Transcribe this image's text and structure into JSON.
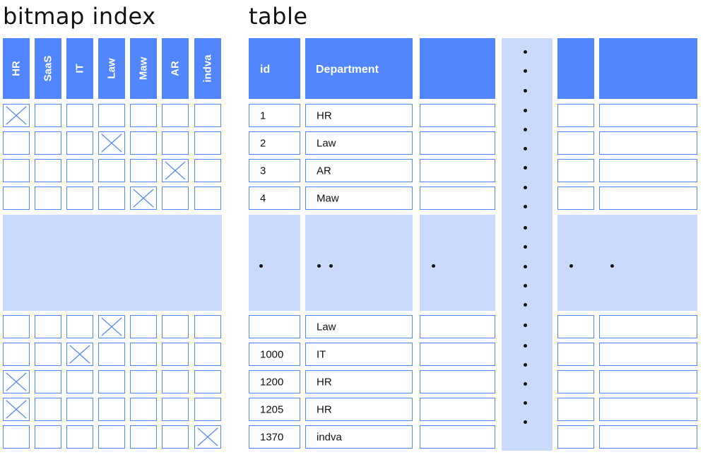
{
  "titles": {
    "bitmap": "bitmap index",
    "table": "table"
  },
  "bitmap": {
    "columns": [
      "HR",
      "SaaS",
      "IT",
      "Law",
      "Maw",
      "AR",
      "indva"
    ],
    "rows_top": [
      [
        1,
        0,
        0,
        0,
        0,
        0,
        0
      ],
      [
        0,
        0,
        0,
        1,
        0,
        0,
        0
      ],
      [
        0,
        0,
        0,
        0,
        0,
        1,
        0
      ],
      [
        0,
        0,
        0,
        0,
        1,
        0,
        0
      ]
    ],
    "rows_bottom": [
      [
        0,
        0,
        0,
        1,
        0,
        0,
        0
      ],
      [
        0,
        0,
        1,
        0,
        0,
        0,
        0
      ],
      [
        1,
        0,
        0,
        0,
        0,
        0,
        0
      ],
      [
        1,
        0,
        0,
        0,
        0,
        0,
        0
      ],
      [
        0,
        0,
        0,
        0,
        0,
        0,
        1
      ]
    ]
  },
  "table": {
    "headers": {
      "id": "id",
      "department": "Department"
    },
    "rows_top": [
      {
        "id": "1",
        "department": "HR"
      },
      {
        "id": "2",
        "department": "Law"
      },
      {
        "id": "3",
        "department": "AR"
      },
      {
        "id": "4",
        "department": "Maw"
      }
    ],
    "rows_bottom": [
      {
        "id": "",
        "department": "Law"
      },
      {
        "id": "1000",
        "department": "IT"
      },
      {
        "id": "1200",
        "department": "HR"
      },
      {
        "id": "1205",
        "department": "HR"
      },
      {
        "id": "1370",
        "department": "indva"
      }
    ]
  },
  "colors": {
    "header": "#5286FF",
    "border": "#5286FF",
    "band": "#CADAFD",
    "text": "#111111"
  }
}
